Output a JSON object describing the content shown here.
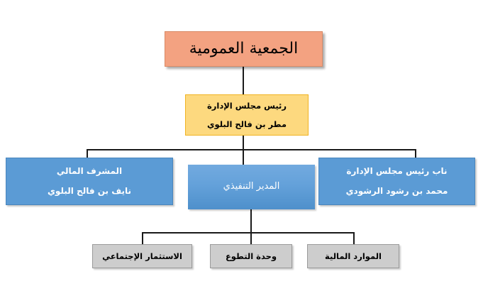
{
  "chart_data": {
    "type": "diagram",
    "diagram_type": "organization-chart",
    "title": "الجمعية العمومية",
    "direction": "rtl",
    "language": "ar",
    "levels": [
      {
        "level": 0,
        "nodes": [
          {
            "id": "general-assembly",
            "lines": [
              "الجمعية العمومية"
            ],
            "fill": "#f3a281",
            "border": "#d98a66",
            "text_color": "#000000"
          }
        ]
      },
      {
        "level": 1,
        "nodes": [
          {
            "id": "chairman",
            "lines": [
              "رئيس مجلس الإدارة",
              "مطر بن فالح البلوي"
            ],
            "fill": "#fdd97f",
            "border": "#f0b323",
            "text_color": "#000000"
          }
        ]
      },
      {
        "level": 2,
        "nodes": [
          {
            "id": "financial-supervisor",
            "lines": [
              "المشرف المالي",
              "نايف بن فالح البلوي"
            ],
            "fill": "#5b9bd5",
            "border": "#4a86bd",
            "text_color": "#ffffff"
          },
          {
            "id": "executive-director",
            "lines": [
              "المدير التنفيذي"
            ],
            "fill": "#64a1da",
            "border": "#64a1da",
            "text_color": "#ffffff"
          },
          {
            "id": "vice-chairman",
            "lines": [
              "ناب رئيس مجلس الإدارة",
              "محمد بن رشود الرشودي"
            ],
            "fill": "#5b9bd5",
            "border": "#4a86bd",
            "text_color": "#ffffff"
          }
        ]
      },
      {
        "level": 3,
        "nodes": [
          {
            "id": "social-investment",
            "lines": [
              "الاستثمار الإجتماعي"
            ],
            "fill": "#cdcdcd",
            "border": "#9a9a9a",
            "text_color": "#000000"
          },
          {
            "id": "volunteer-unit",
            "lines": [
              "وحدة التطوع"
            ],
            "fill": "#cdcdcd",
            "border": "#9a9a9a",
            "text_color": "#000000"
          },
          {
            "id": "financial-resources",
            "lines": [
              "الموارد المالية"
            ],
            "fill": "#cdcdcd",
            "border": "#9a9a9a",
            "text_color": "#000000"
          }
        ]
      }
    ],
    "edges": [
      {
        "from": "general-assembly",
        "to": "chairman"
      },
      {
        "from": "chairman",
        "to": "financial-supervisor"
      },
      {
        "from": "chairman",
        "to": "executive-director"
      },
      {
        "from": "chairman",
        "to": "vice-chairman"
      },
      {
        "from": "executive-director",
        "to": "social-investment"
      },
      {
        "from": "executive-director",
        "to": "volunteer-unit"
      },
      {
        "from": "executive-director",
        "to": "financial-resources"
      }
    ],
    "connector_color": "#1a1a1a"
  },
  "nodes": {
    "general_assembly": {
      "line1": "الجمعية العمومية"
    },
    "chairman": {
      "title": "رئيس مجلس الإدارة",
      "name": "مطر بن فالح البلوي"
    },
    "financial_supervisor": {
      "title": "المشرف المالي",
      "name": "نايف بن فالح البلوي"
    },
    "executive_director": {
      "title": "المدير التنفيذي"
    },
    "vice_chairman": {
      "title": "ناب رئيس مجلس الإدارة",
      "name": "محمد بن رشود الرشودي"
    },
    "social_investment": {
      "title": "الاستثمار الإجتماعي"
    },
    "volunteer_unit": {
      "title": "وحدة التطوع"
    },
    "financial_resources": {
      "title": "الموارد المالية"
    }
  }
}
